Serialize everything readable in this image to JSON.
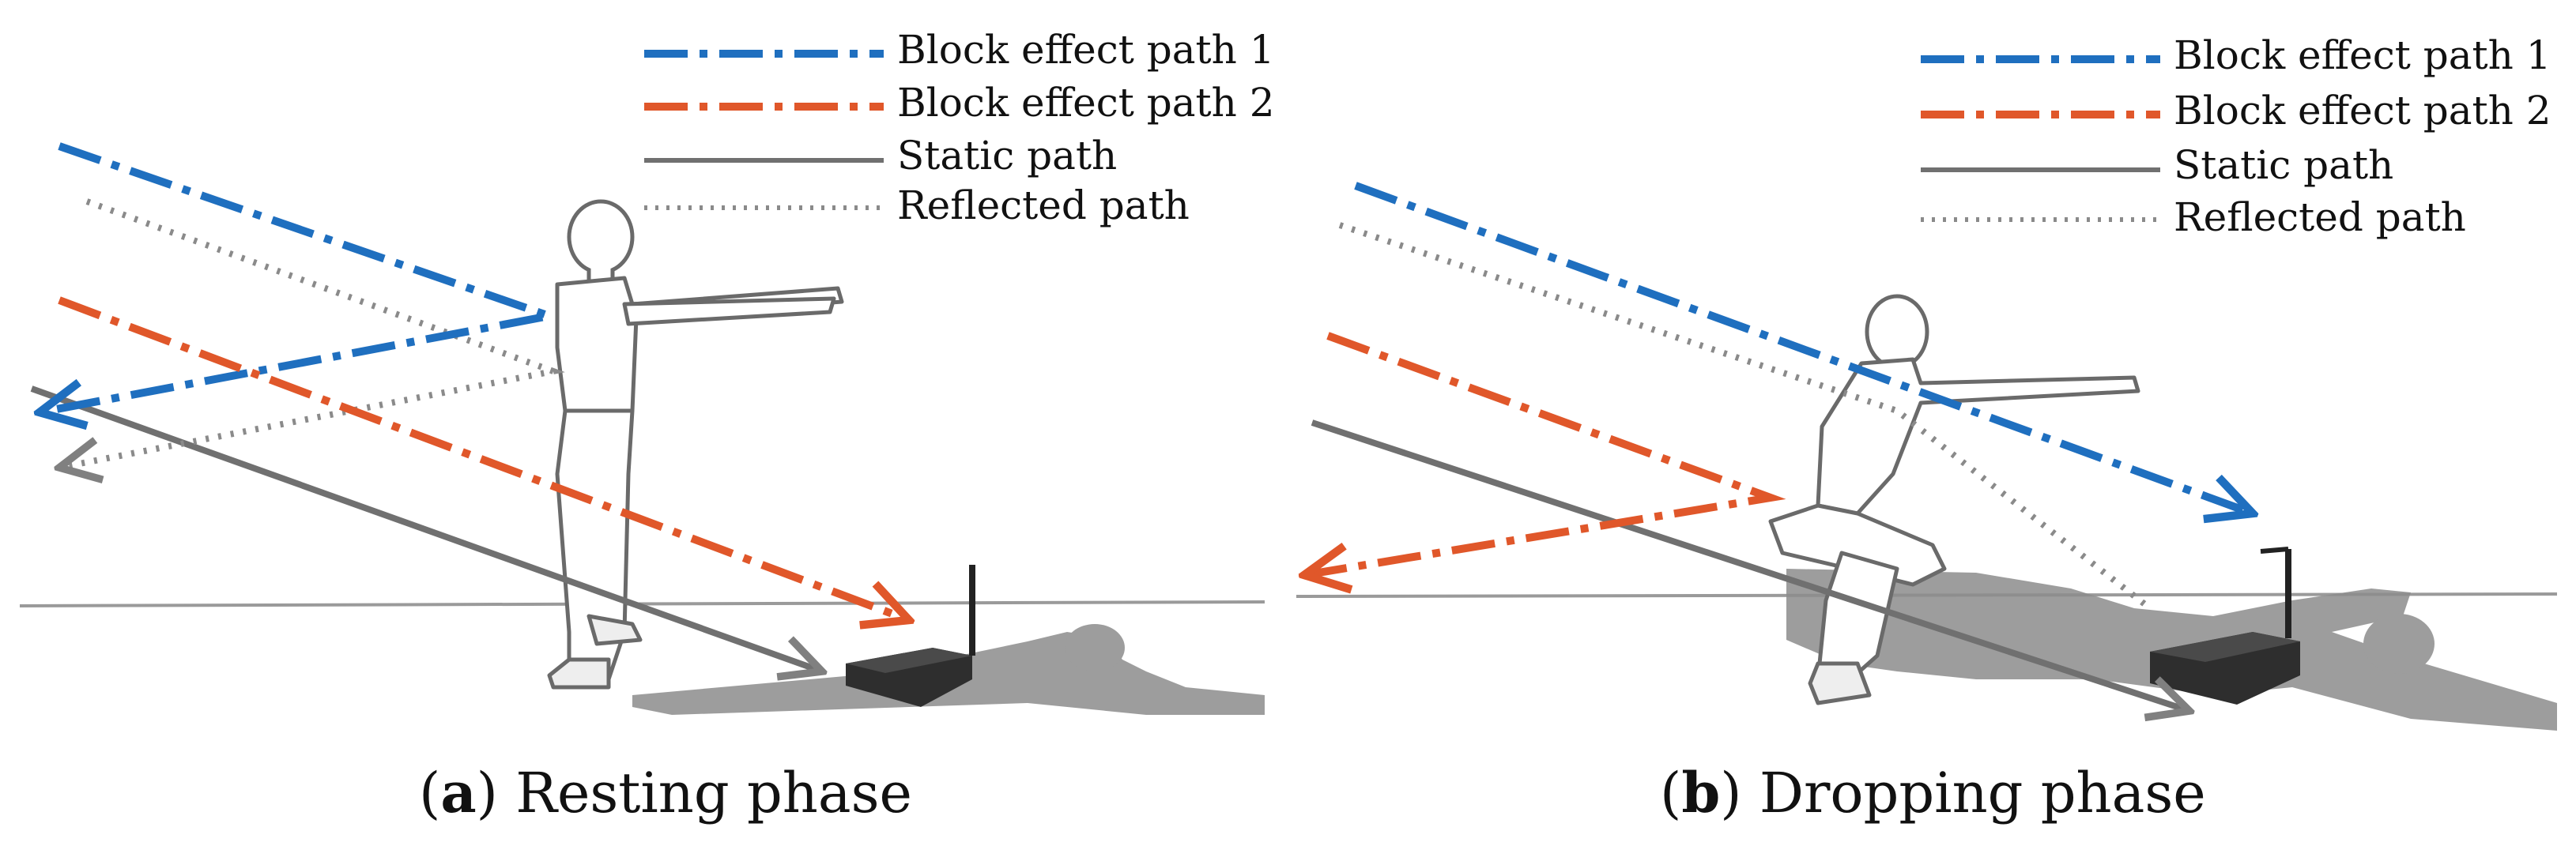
{
  "colors": {
    "block_path_1": "#1f6fbf",
    "block_path_2": "#e0572a",
    "static_path": "#707070",
    "reflected_path": "#8a8a8a",
    "shadow": "#8c8c8c",
    "figure_outline": "#6a6a6a"
  },
  "legend": {
    "block1": "Block effect path 1",
    "block2": "Block effect path 2",
    "static": "Static path",
    "reflected": "Reflected path"
  },
  "panel_a": {
    "letter": "a",
    "title": "Resting phase"
  },
  "panel_b": {
    "letter": "b",
    "title": "Dropping phase"
  },
  "icons": [
    "person-standing-icon",
    "person-squatting-icon",
    "router-icon",
    "shadow-icon"
  ]
}
